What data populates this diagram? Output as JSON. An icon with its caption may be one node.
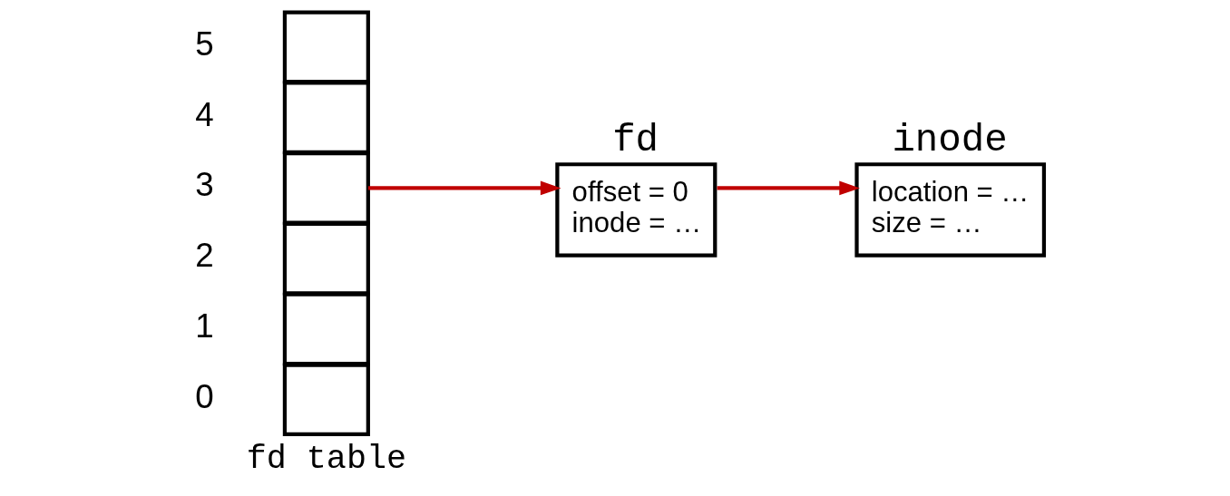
{
  "diagram": {
    "nodes": [
      {
        "text": [],
        "shape": "box",
        "beside": [
          "0"
        ]
      },
      {
        "text": [],
        "shape": "box",
        "beside": [
          "1"
        ]
      },
      {
        "text": [],
        "shape": "box",
        "beside": [
          "2"
        ]
      },
      {
        "text": [],
        "shape": "box",
        "beside": [
          "3"
        ]
      },
      {
        "text": [],
        "shape": "box",
        "beside": [
          "4"
        ]
      },
      {
        "text": [],
        "shape": "box",
        "beside": [
          "5"
        ]
      },
      {
        "text": [
          "fd",
          "offset = 0",
          "inode = …"
        ]
      },
      {
        "text": [
          "inode",
          "location = …",
          "size = …"
        ]
      }
    ],
    "edges": [
      {
        "from": 3,
        "to": 6,
        "arrow": "to"
      },
      {
        "from": 6,
        "to": 7,
        "arrow": "to"
      }
    ],
    "labels": [
      "fd table"
    ]
  }
}
